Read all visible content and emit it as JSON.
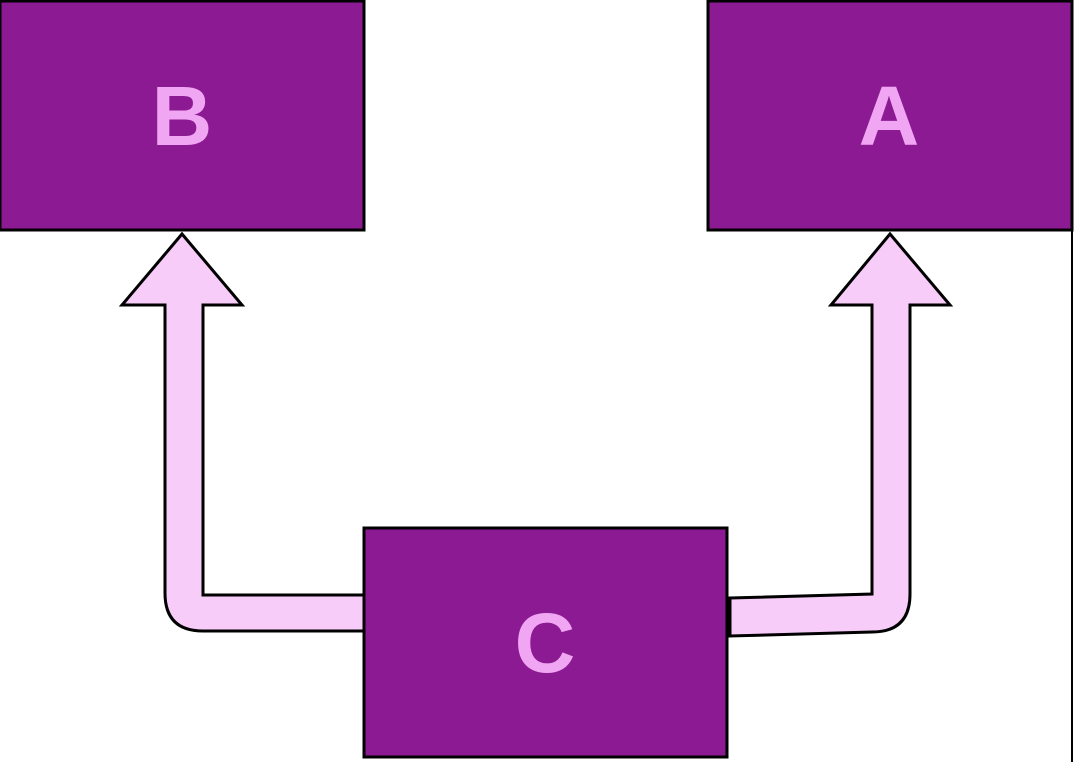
{
  "diagram": {
    "colors": {
      "box_fill": "#8b1a93",
      "box_stroke": "#000000",
      "label_color": "#f0a6f2",
      "arrow_fill": "#f8ccf9",
      "arrow_stroke": "#000000",
      "background": "#ffffff"
    },
    "nodes": [
      {
        "id": "B",
        "label": "B"
      },
      {
        "id": "A",
        "label": "A"
      },
      {
        "id": "C",
        "label": "C"
      }
    ],
    "edges": [
      {
        "from": "C",
        "to": "B"
      },
      {
        "from": "C",
        "to": "A"
      }
    ]
  }
}
